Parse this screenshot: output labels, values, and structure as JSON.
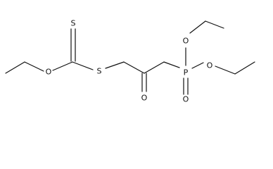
{
  "molecule": {
    "atoms": [
      {
        "id": "s-thione",
        "symbol": "S"
      },
      {
        "id": "o-ester",
        "symbol": "O"
      },
      {
        "id": "s-thioether",
        "symbol": "S"
      },
      {
        "id": "o-ketone",
        "symbol": "O"
      },
      {
        "id": "p-phosphonate",
        "symbol": "P"
      },
      {
        "id": "o-phosphoryl",
        "symbol": "O"
      },
      {
        "id": "o-ethoxy-upper",
        "symbol": "O"
      },
      {
        "id": "o-ethoxy-right",
        "symbol": "O"
      }
    ]
  },
  "colors": {
    "bond": "#111111",
    "label": "#111111",
    "background": "#ffffff"
  }
}
